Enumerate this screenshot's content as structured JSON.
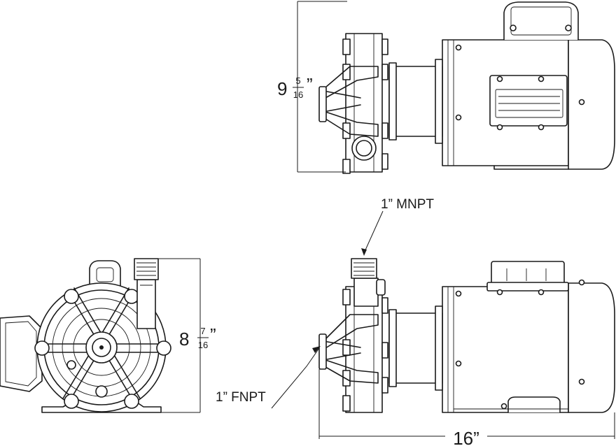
{
  "dimensions": {
    "top_height": {
      "whole": "9",
      "numerator": "5",
      "denominator": "16",
      "inch_mark": "”"
    },
    "side_height": {
      "whole": "8",
      "numerator": "7",
      "denominator": "16",
      "inch_mark": "”"
    },
    "overall_length": "16”"
  },
  "callouts": {
    "outlet": "1” MNPT",
    "inlet": "1” FNPT"
  }
}
